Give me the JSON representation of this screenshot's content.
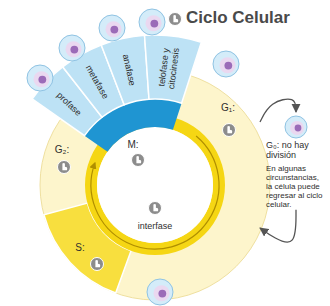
{
  "diagram": {
    "title": "Ciclo Celular",
    "nodes": [
      {
        "text": [
          "profase"
        ]
      },
      {
        "text": [
          "metafase"
        ]
      },
      {
        "text": [
          "anafase"
        ]
      },
      {
        "text": [
          "telofase y citocinesis"
        ]
      },
      {
        "text": [
          "M:"
        ]
      },
      {
        "text": [
          "G₁:"
        ]
      },
      {
        "text": [
          "G₀: no hay división",
          "En algunas circunstancias, la célula puede regresar al ciclo celular."
        ]
      },
      {
        "text": [
          "G₂:"
        ]
      },
      {
        "text": [
          "S:"
        ]
      },
      {
        "text": [
          "interfase"
        ]
      }
    ],
    "edges": [
      {
        "from": 5,
        "to": 6,
        "arrow": "to"
      },
      {
        "from": 6,
        "to": 5,
        "arrow": "to"
      }
    ]
  }
}
